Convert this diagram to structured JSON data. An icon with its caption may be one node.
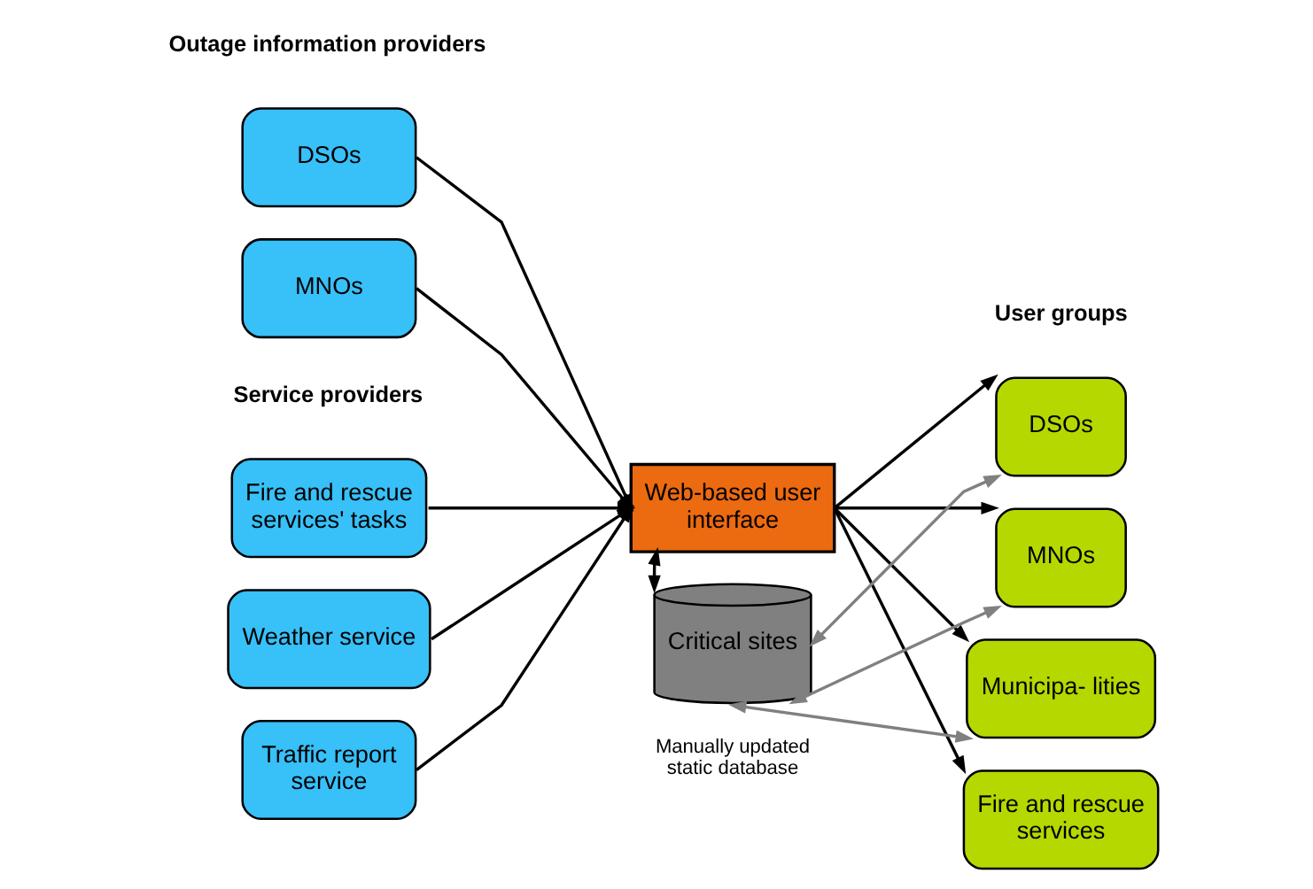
{
  "diagram": {
    "nodes": [
      {
        "text": [
          "DSOs"
        ]
      },
      {
        "text": [
          "MNOs"
        ]
      },
      {
        "text": [
          "Fire and rescue services' tasks"
        ]
      },
      {
        "text": [
          "Weather service"
        ]
      },
      {
        "text": [
          "Traffic report service"
        ]
      },
      {
        "text": [
          "Web-based user interface"
        ]
      },
      {
        "text": [
          "Critical sites"
        ],
        "beside": [
          "Manually updated static database"
        ]
      },
      {
        "text": [
          "DSOs"
        ]
      },
      {
        "text": [
          "MNOs"
        ]
      },
      {
        "text": [
          "Municipa- lities"
        ]
      },
      {
        "text": [
          "Fire and rescue services"
        ]
      }
    ],
    "edges": [
      {
        "from": 0,
        "to": 5,
        "arrow": "to"
      },
      {
        "from": 1,
        "to": 5,
        "arrow": "to"
      },
      {
        "from": 2,
        "to": 5,
        "arrow": "to"
      },
      {
        "from": 3,
        "to": 5,
        "arrow": "to"
      },
      {
        "from": 4,
        "to": 5,
        "arrow": "to"
      },
      {
        "from": 5,
        "to": 6,
        "arrow": "both"
      },
      {
        "from": 5,
        "to": 7,
        "arrow": "to"
      },
      {
        "from": 5,
        "to": 8,
        "arrow": "to"
      },
      {
        "from": 5,
        "to": 9,
        "arrow": "to"
      },
      {
        "from": 5,
        "to": 10,
        "arrow": "to"
      },
      {
        "from": 6,
        "to": 7,
        "arrow": "both",
        "color": "#808080"
      },
      {
        "from": 6,
        "to": 8,
        "arrow": "both",
        "color": "#808080"
      },
      {
        "from": 6,
        "to": 9,
        "arrow": "both",
        "color": "#808080"
      }
    ],
    "labels": [
      "Outage information providers",
      "Service providers",
      "User groups"
    ]
  }
}
